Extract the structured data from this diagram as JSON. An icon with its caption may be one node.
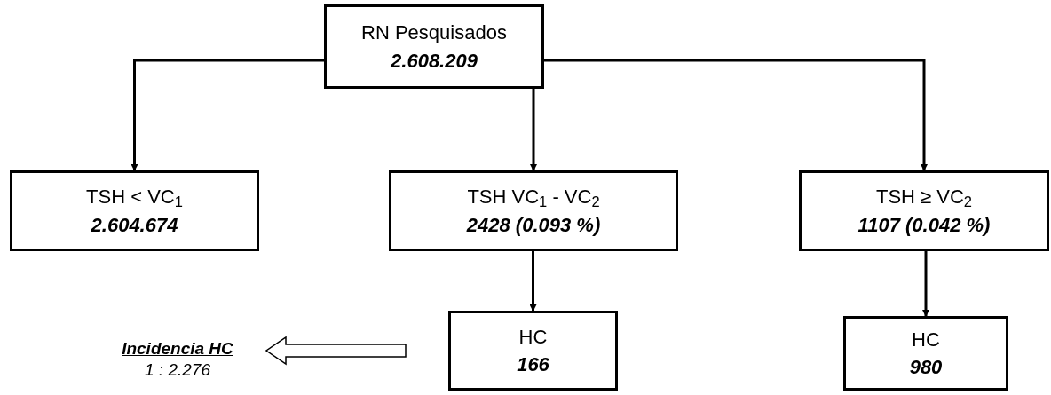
{
  "diagram": {
    "nodes": [
      {
        "text": [
          "RN Pesquisados",
          "2.608.209"
        ]
      },
      {
        "text": [
          "TSH < VC$_{1}$",
          "2.604.674"
        ]
      },
      {
        "text": [
          "TSH VC$_{1}$ - VC$_{2}$",
          "2428 (0.093 %)"
        ]
      },
      {
        "text": [
          "TSH ≥ VC$_{2}$",
          "1107 (0.042 %)"
        ]
      },
      {
        "text": [
          "HC",
          "166"
        ]
      },
      {
        "text": [
          "HC",
          "980"
        ]
      },
      {
        "text": [
          "Incidencia HC",
          "1 : 2.276"
        ]
      }
    ],
    "edges": [
      {
        "from": 0,
        "to": 1,
        "arrow": "to"
      },
      {
        "from": 0,
        "to": 2,
        "arrow": "to"
      },
      {
        "from": 0,
        "to": 3,
        "arrow": "to"
      },
      {
        "from": 2,
        "to": 4,
        "arrow": "to"
      },
      {
        "from": 3,
        "to": 5,
        "arrow": "to"
      },
      {
        "from": 4,
        "to": 6,
        "arrow": "to",
        "style": "thick"
      }
    ]
  }
}
